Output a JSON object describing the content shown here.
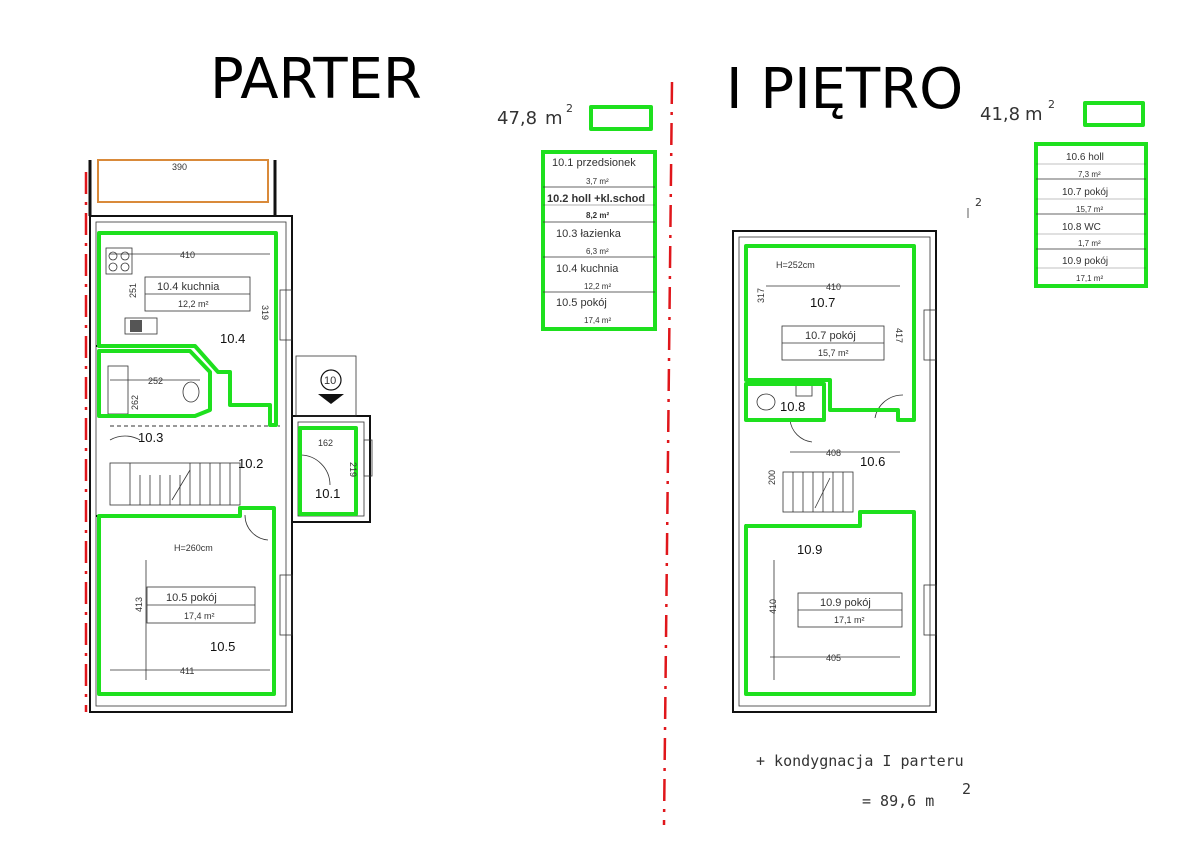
{
  "parter": {
    "title": "PARTER",
    "area_value": "47,8",
    "area_unit": "m",
    "area_sup": "2",
    "table": [
      {
        "name": "10.1  przedsionek",
        "area": "3,7 m²"
      },
      {
        "name": "10.2  holl  +kl.schod",
        "area": "8,2 m²"
      },
      {
        "name": "10.3     łazienka",
        "area": "6,3 m²"
      },
      {
        "name": "10.4     kuchnia",
        "area": "12,2 m²"
      },
      {
        "name": "10.5     pokój",
        "area": "17,4 m²"
      }
    ],
    "rooms": {
      "r104": "10.4",
      "r103": "10.3",
      "r102": "10.2",
      "r101": "10.1",
      "r105": "10.5"
    },
    "labels": {
      "kuchnia_name": "10.4   kuchnia",
      "kuchnia_area": "12,2 m²",
      "pokoj_name": "10.5   pokój",
      "pokoj_area": "17,4 m²",
      "height": "H=260cm",
      "entrance": "10"
    },
    "dims": {
      "d390": "390",
      "d410": "410",
      "d251": "251",
      "d319": "319",
      "d252": "252",
      "d262": "262",
      "d162": "162",
      "d219": "219",
      "d413": "413",
      "d411": "411"
    }
  },
  "pietro": {
    "title": "I PIĘTRO",
    "area_value": "41,8",
    "area_unit": "m",
    "area_sup": "2",
    "stray_sup": "2",
    "table": [
      {
        "name": "10.6  holl",
        "area": "7,3 m²"
      },
      {
        "name": "10.7  pokój",
        "area": "15,7 m²"
      },
      {
        "name": "10.8      WC",
        "area": "1,7 m²"
      },
      {
        "name": "10.9  pokój",
        "area": "17,1 m²"
      }
    ],
    "rooms": {
      "r107": "10.7",
      "r108": "10.8",
      "r106": "10.6",
      "r109": "10.9"
    },
    "labels": {
      "height": "H=252cm",
      "pokoj107_name": "10.7  pokój",
      "pokoj107_area": "15,7 m²",
      "pokoj109_name": "10.9  pokój",
      "pokoj109_area": "17,1 m²"
    },
    "dims": {
      "d410": "410",
      "d317": "317",
      "d417": "417",
      "d408": "408",
      "d200": "200",
      "d410b": "410",
      "d405": "405"
    }
  },
  "summary": {
    "line1": "+ kondygnacja I parteru",
    "line2": "= 89,6  m",
    "sup": "2"
  },
  "colors": {
    "highlight": "#1ee01e",
    "divider": "#e0161b",
    "wall": "#111111"
  }
}
